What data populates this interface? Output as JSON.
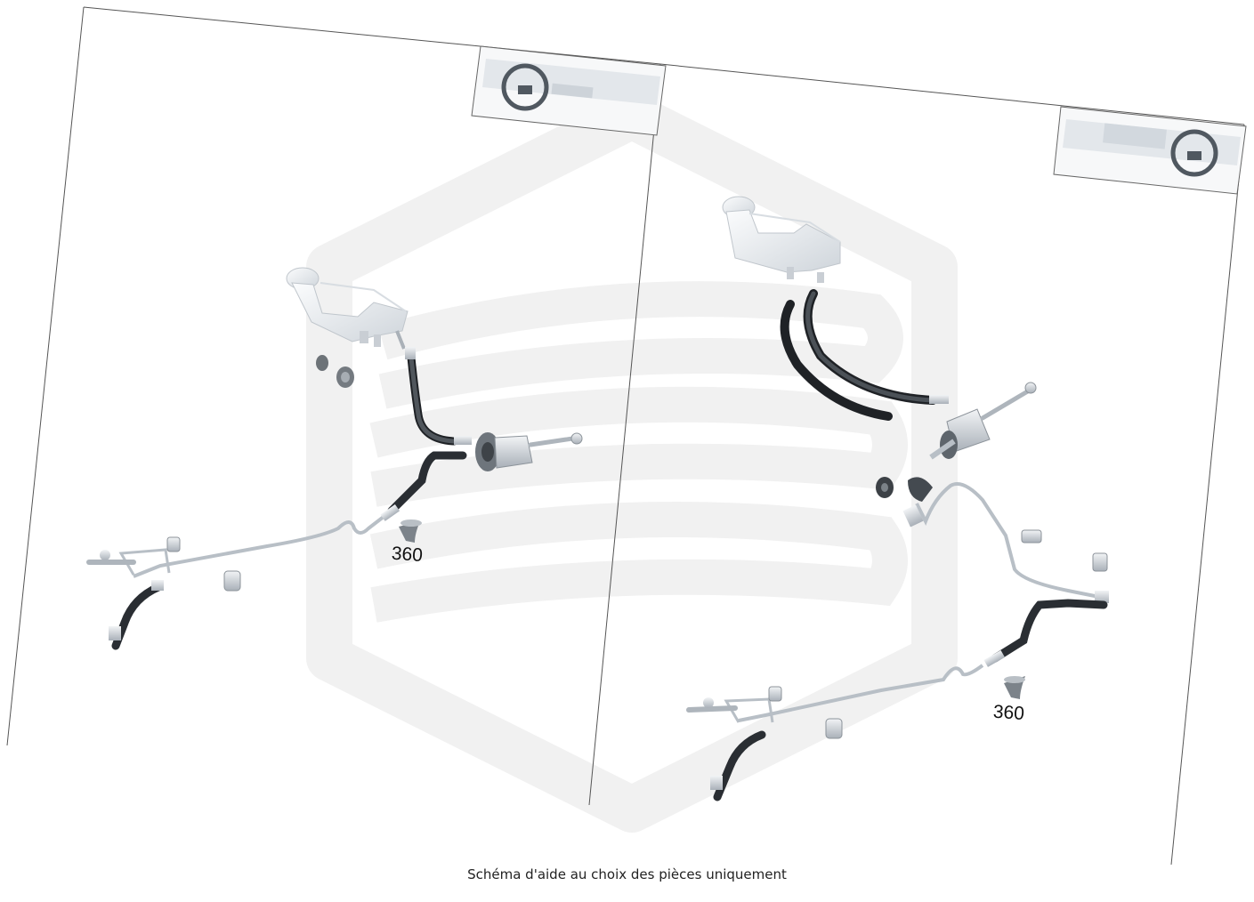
{
  "caption": "Schéma d'aide au choix des pièces uniquement",
  "view_360_label": "360",
  "panels": [
    {
      "id": "left",
      "steering": "left-hand-drive",
      "icon": "left-hand-drive-dashboard-icon"
    },
    {
      "id": "right",
      "steering": "right-hand-drive",
      "icon": "right-hand-drive-dashboard-icon"
    }
  ],
  "colors": {
    "watermark": "#f1f1f1",
    "sheet_border": "#555555",
    "hose": "#3b3f45",
    "metal_line": "#c9ced4",
    "reservoir": "#e8ebee",
    "text": "#222222"
  }
}
